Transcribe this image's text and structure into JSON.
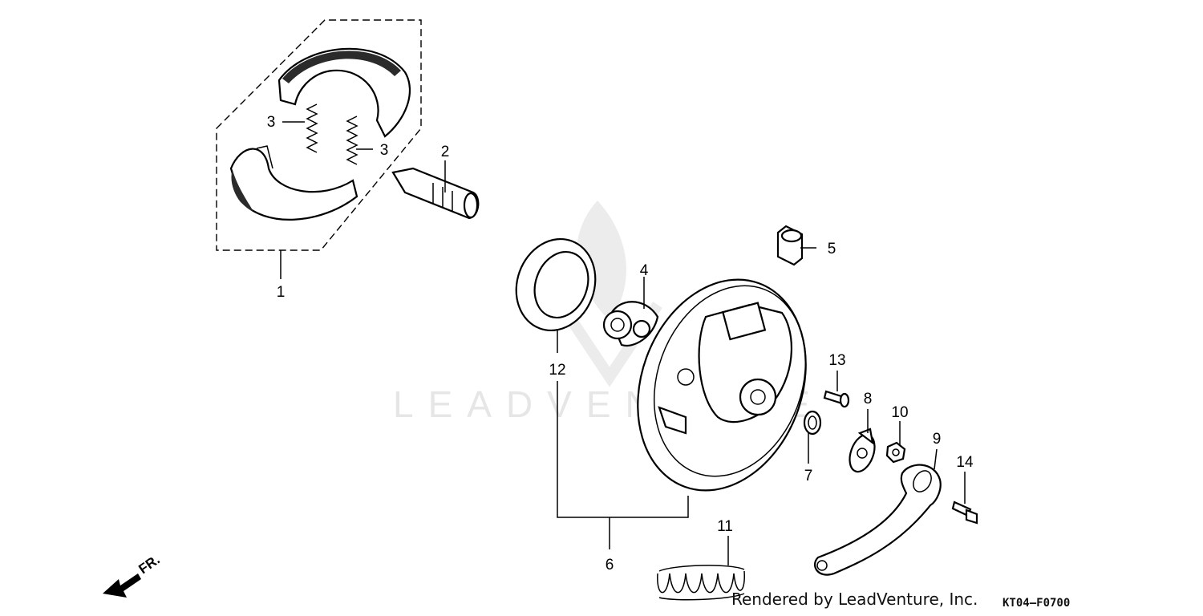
{
  "diagram": {
    "watermark_text": "LEADVENTURE",
    "direction_label": "FR.",
    "parts": [
      {
        "id": "1",
        "label": "1",
        "icon": "brake-shoe-set-icon"
      },
      {
        "id": "2",
        "label": "2",
        "icon": "brake-cam-icon"
      },
      {
        "id": "3a",
        "label": "3",
        "icon": "shoe-spring-icon"
      },
      {
        "id": "3b",
        "label": "3",
        "icon": "shoe-spring-icon"
      },
      {
        "id": "4",
        "label": "4",
        "icon": "speedometer-gear-icon"
      },
      {
        "id": "5",
        "label": "5",
        "icon": "cap-icon"
      },
      {
        "id": "6",
        "label": "6",
        "icon": "brake-panel-icon"
      },
      {
        "id": "7",
        "label": "7",
        "icon": "seal-icon"
      },
      {
        "id": "8",
        "label": "8",
        "icon": "indicator-plate-icon"
      },
      {
        "id": "9",
        "label": "9",
        "icon": "brake-arm-icon"
      },
      {
        "id": "10",
        "label": "10",
        "icon": "nut-icon"
      },
      {
        "id": "11",
        "label": "11",
        "icon": "return-spring-icon"
      },
      {
        "id": "12",
        "label": "12",
        "icon": "dust-seal-icon"
      },
      {
        "id": "13",
        "label": "13",
        "icon": "screw-icon"
      },
      {
        "id": "14",
        "label": "14",
        "icon": "bolt-icon"
      }
    ]
  },
  "footer": {
    "credit": "Rendered by LeadVenture, Inc.",
    "diagram_code": "KT04–F0700"
  }
}
